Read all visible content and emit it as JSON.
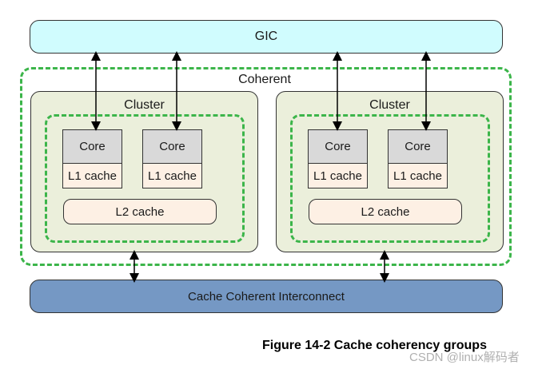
{
  "gic": {
    "label": "GIC",
    "color": "#d0fcfe"
  },
  "coherent": {
    "label": "Coherent",
    "border_color": "#3cb54a"
  },
  "clusters": [
    {
      "label": "Cluster",
      "cores": [
        {
          "core_label": "Core",
          "l1_label": "L1 cache"
        },
        {
          "core_label": "Core",
          "l1_label": "L1 cache"
        }
      ],
      "l2_label": "L2 cache"
    },
    {
      "label": "Cluster",
      "cores": [
        {
          "core_label": "Core",
          "l1_label": "L1 cache"
        },
        {
          "core_label": "Core",
          "l1_label": "L1 cache"
        }
      ],
      "l2_label": "L2 cache"
    }
  ],
  "interconnect": {
    "label": "Cache Coherent Interconnect",
    "color": "#7598c4"
  },
  "caption": "Figure 14-2 Cache coherency groups",
  "watermark": "CSDN @linux解码者"
}
